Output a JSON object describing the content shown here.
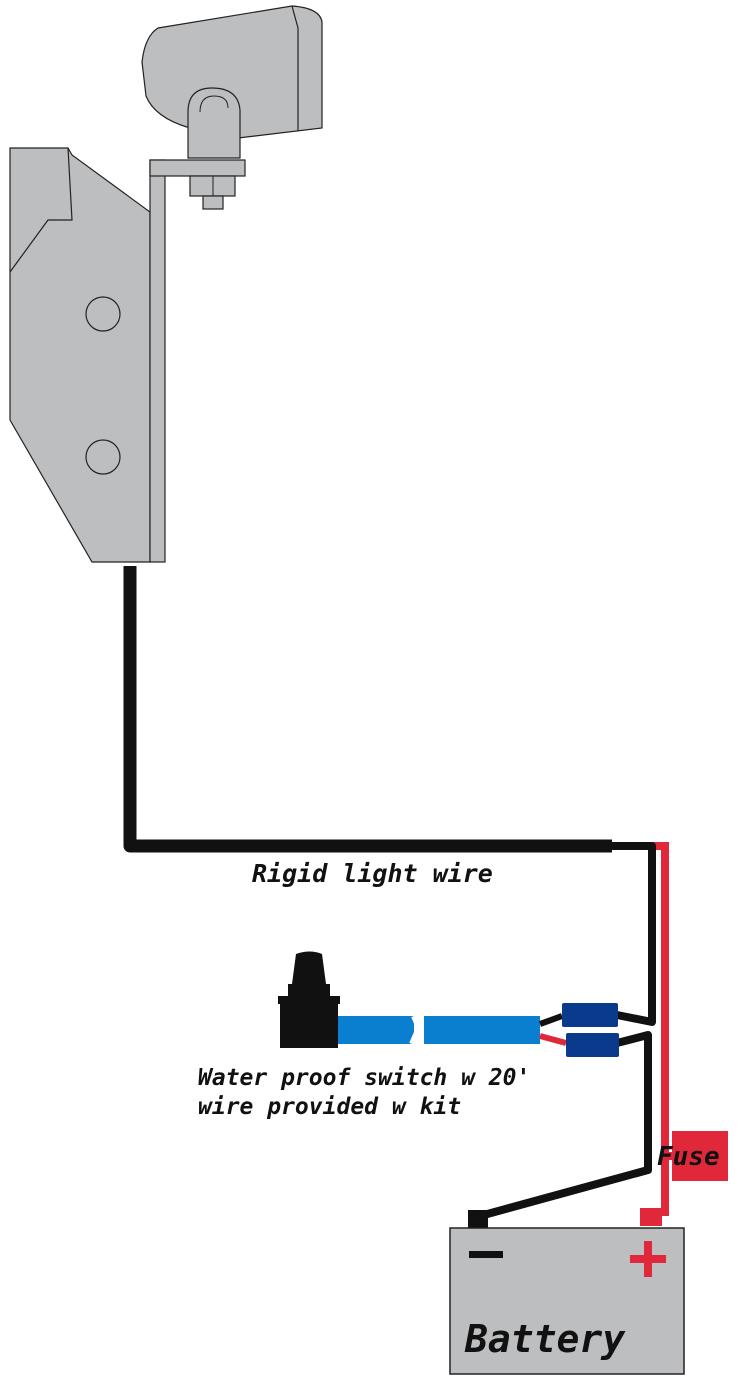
{
  "labels": {
    "rigid_wire": "Rigid light wire",
    "switch_line1": "Water proof switch w 20'",
    "switch_line2": "wire provided w kit",
    "fuse": "Fuse",
    "battery": "Battery",
    "battery_negative": "−",
    "battery_positive": "+"
  },
  "colors": {
    "housing_gray": "#bdbec0",
    "outline": "#222222",
    "wire_black": "#111111",
    "wire_red": "#e0283a",
    "switch_wire_blue": "#0a7fd0",
    "connector_blue": "#0a3a8c",
    "fuse_red": "#e0283a"
  }
}
